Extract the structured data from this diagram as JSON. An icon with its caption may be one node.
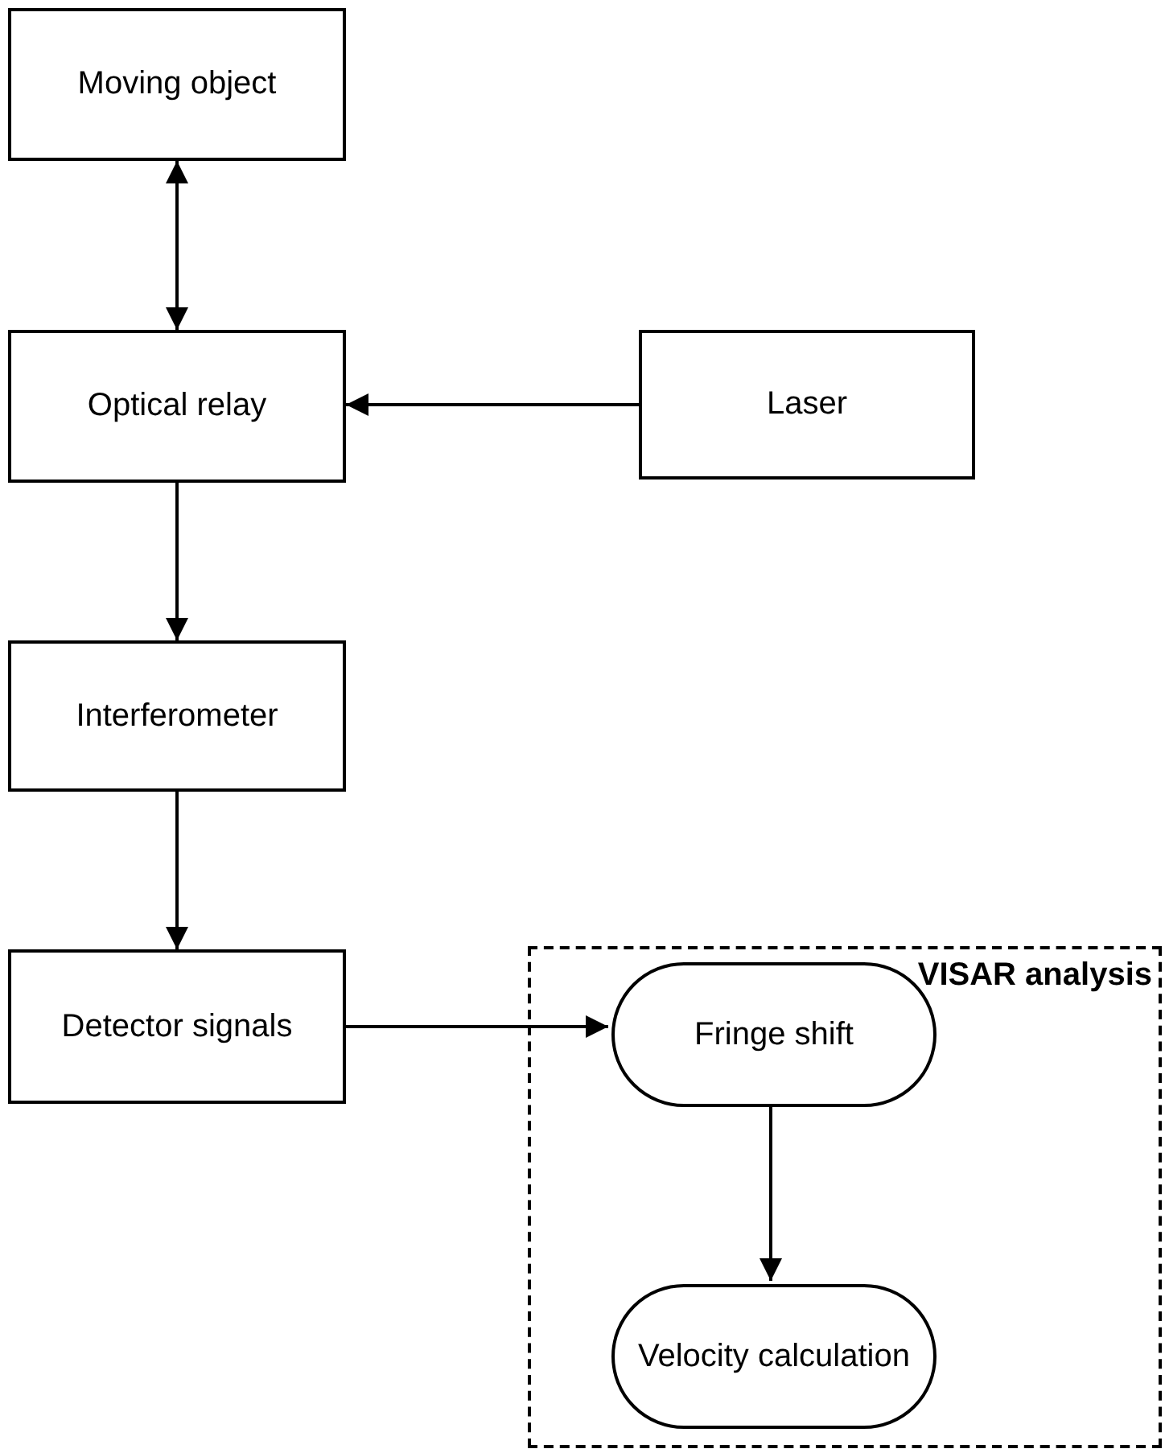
{
  "diagram": {
    "nodes": [
      {
        "text": [
          "Moving object"
        ]
      },
      {
        "text": [
          "Optical relay"
        ]
      },
      {
        "text": [
          "Laser"
        ]
      },
      {
        "text": [
          "Interferometer"
        ]
      },
      {
        "text": [
          "Detector signals"
        ]
      },
      {
        "text": [
          "VISAR analysis"
        ]
      },
      {
        "text": [
          "Fringe shift"
        ],
        "in": 5
      },
      {
        "text": [
          "Velocity calculation"
        ],
        "in": 5
      }
    ],
    "edges": [
      {
        "from": 0,
        "to": 1,
        "arrow": "both"
      },
      {
        "from": 2,
        "to": 1,
        "arrow": "to"
      },
      {
        "from": 1,
        "to": 3,
        "arrow": "to"
      },
      {
        "from": 3,
        "to": 4,
        "arrow": "to"
      },
      {
        "from": 4,
        "to": 6,
        "arrow": "to"
      },
      {
        "from": 6,
        "to": 7,
        "arrow": "to"
      }
    ]
  }
}
